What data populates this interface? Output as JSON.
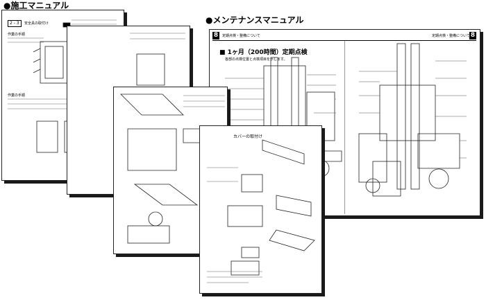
{
  "headings": {
    "left": "●施工マニュアル",
    "right": "●メンテナンスマニュアル"
  },
  "install_manual": {
    "page1": {
      "section_number": "2 - 3",
      "section_title": "安全具の取付け",
      "block_a_title": "作業の手順",
      "block_b_title": "作業の手順"
    },
    "page4": {
      "title": "カバーの取付け"
    }
  },
  "maintenance_manual": {
    "chapter_badge": "8",
    "header_left": "定期点検・整備について",
    "header_right": "定期点検・整備について",
    "section_title": "■ 1ヶ月（200時間）定期点検",
    "intro_text": "各部の点検位置と点検項目を示します。"
  }
}
